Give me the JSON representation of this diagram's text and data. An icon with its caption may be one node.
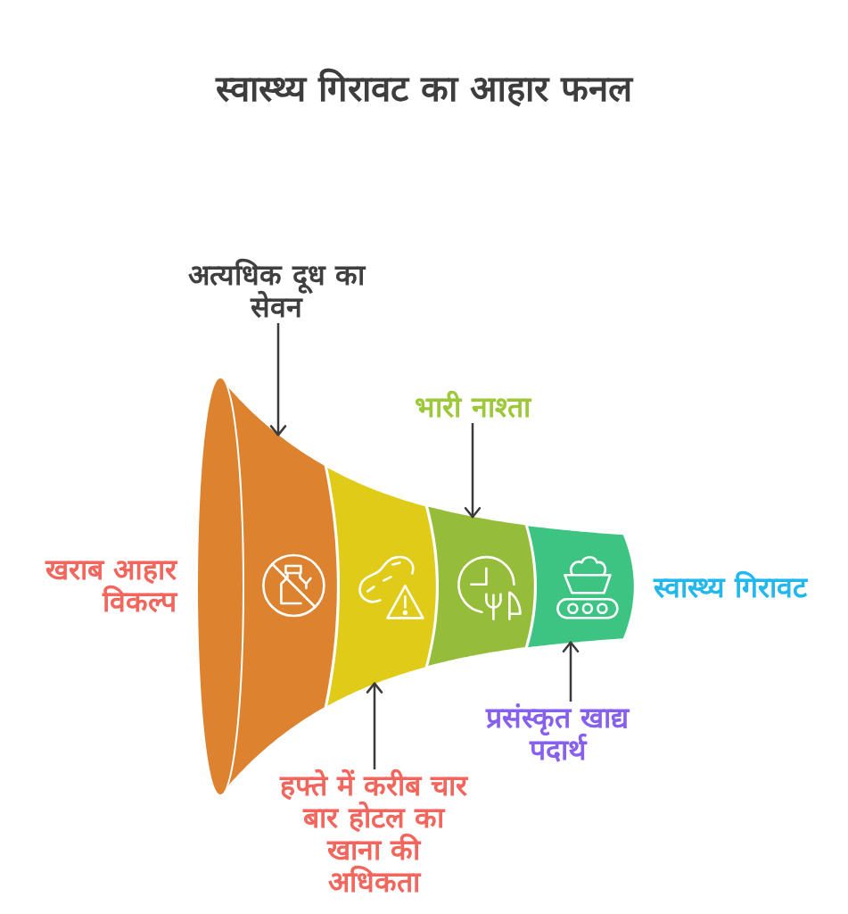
{
  "diagram": {
    "title": "स्वास्थ्य गिरावट का आहार फनल",
    "nodes": [
      {
        "text": [
          "अत्यधिक दूध का सेवन"
        ]
      },
      {
        "text": [
          "भारी नाश्ता"
        ]
      },
      {
        "text": [],
        "shape": "ellipse"
      },
      {
        "text": [],
        "shape": "band"
      },
      {
        "text": [],
        "shape": "band"
      },
      {
        "text": [],
        "shape": "band"
      },
      {
        "text": [],
        "shape": "band"
      },
      {
        "text": [
          "प्रसंस्कृत खाद्य पदार्थ"
        ]
      },
      {
        "text": [
          "हफ्ते में करीब चार बार होटल का खाना की अधिकता"
        ]
      }
    ],
    "edges": [
      {
        "from": 0,
        "to": 3,
        "arrow": "to"
      },
      {
        "from": 1,
        "to": 5,
        "arrow": "to"
      },
      {
        "from": 7,
        "to": 6,
        "arrow": "to"
      },
      {
        "from": 8,
        "to": 4,
        "arrow": "to"
      }
    ],
    "labels": [
      "खराब आहार विकल्प",
      "स्वास्थ्य गिरावट"
    ]
  }
}
